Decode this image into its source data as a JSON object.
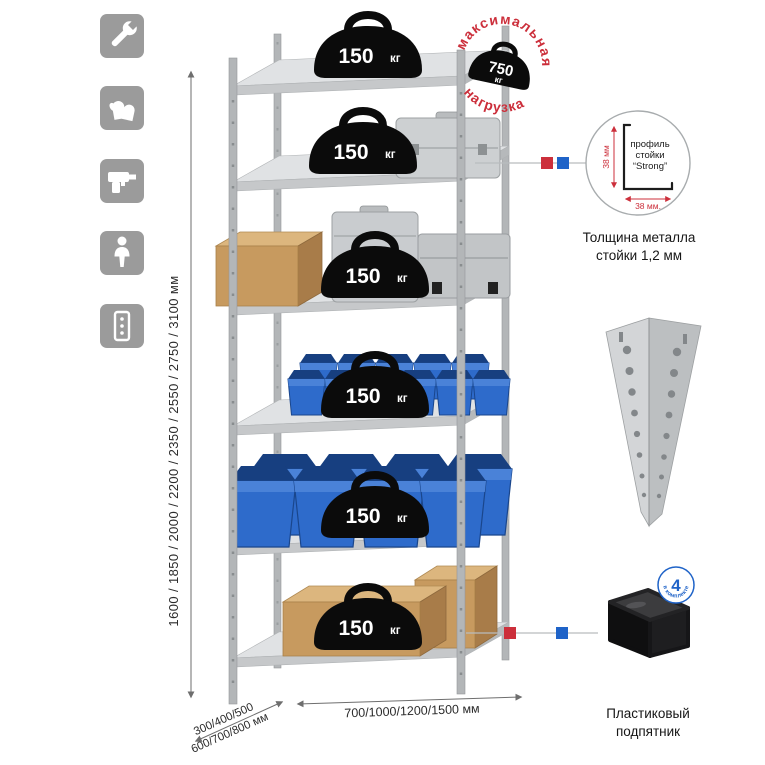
{
  "colors": {
    "accent_red": "#cc2f3b",
    "accent_blue": "#1f63c8",
    "bin_blue": "#2e6bcb",
    "icon_gray": "#9b9b9b",
    "metal_gray": "#d3d5d7"
  },
  "left_icons": [
    {
      "name": "wrench"
    },
    {
      "name": "gloves"
    },
    {
      "name": "drill"
    },
    {
      "name": "person"
    },
    {
      "name": "rack-post"
    }
  ],
  "dimensions": {
    "height_label": "1600 / 1850 / 2000 / 2200 / 2350 / 2550 / 2750 / 3100 мм",
    "depth_line1": "300/400/500",
    "depth_line2": "600/700/800 мм",
    "width_label": "700/1000/1200/1500 мм"
  },
  "shelves": [
    {
      "load_value": "150",
      "load_unit": "кг"
    },
    {
      "load_value": "150",
      "load_unit": "кг"
    },
    {
      "load_value": "150",
      "load_unit": "кг"
    },
    {
      "load_value": "150",
      "load_unit": "кг"
    },
    {
      "load_value": "150",
      "load_unit": "кг"
    },
    {
      "load_value": "150",
      "load_unit": "кг"
    }
  ],
  "max_load_stamp": {
    "arc_top": "максимальная",
    "arc_bottom": "нагрузка",
    "value": "750",
    "unit": "кг"
  },
  "profile_callout": {
    "line1": "профиль",
    "line2": "стойки",
    "line3": "“Strong”",
    "dim_vertical": "38 мм",
    "dim_horizontal": "38 мм.",
    "caption_line1": "Толщина металла",
    "caption_line2": "стойки 1,2 мм"
  },
  "foot_callout": {
    "badge_number": "4",
    "badge_arc_text": "в комплекте",
    "caption_line1": "Пластиковый",
    "caption_line2": "подпятник"
  }
}
